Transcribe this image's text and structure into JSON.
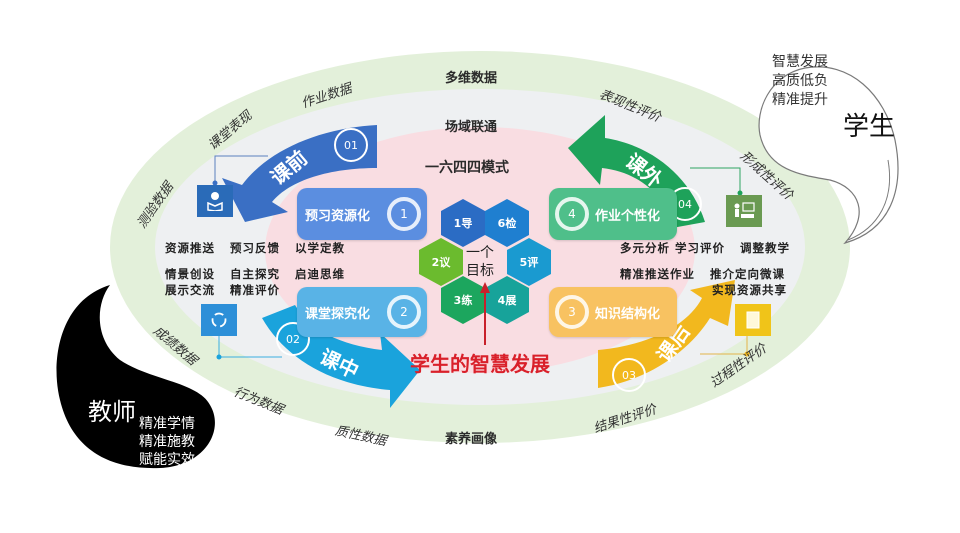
{
  "rings": {
    "outer_label": "多维数据",
    "middle_label": "场域联通",
    "inner_label": "一六四四模式",
    "bottom_label": "素养画像"
  },
  "outer_ring_left": [
    "测验数据",
    "课堂表现",
    "作业数据"
  ],
  "outer_ring_left_bottom": [
    "成绩数据",
    "行为数据",
    "质性数据"
  ],
  "outer_ring_right": [
    "表现性评价",
    "形成性评价"
  ],
  "outer_ring_right_bottom": [
    "过程性评价",
    "结果性评价"
  ],
  "phases": [
    {
      "name": "课前",
      "num": "01",
      "color": "#3a6fc4",
      "pill_label": "预习资源化",
      "pill_num": "1",
      "pill_color": "#5b8ee0"
    },
    {
      "name": "课中",
      "num": "02",
      "color": "#1aa3dc",
      "pill_label": "课堂探究化",
      "pill_num": "2",
      "pill_color": "#59b3e6"
    },
    {
      "name": "课后",
      "num": "03",
      "color": "#f2b81e",
      "pill_label": "知识结构化",
      "pill_num": "3",
      "pill_color": "#f8c261"
    },
    {
      "name": "课外",
      "num": "04",
      "color": "#1ea25a",
      "pill_label": "作业个性化",
      "pill_num": "4",
      "pill_color": "#4fbf8a"
    }
  ],
  "left_bullets": {
    "row1": [
      "资源推送",
      "预习反馈",
      "以学定教"
    ],
    "row2": [
      "情景创设",
      "自主探究",
      "启迪思维"
    ],
    "row3": [
      "展示交流",
      "精准评价"
    ]
  },
  "right_bullets": {
    "row1": [
      "多元分析",
      "学习评价",
      "调整教学"
    ],
    "row2": [
      "精准推送作业",
      "推介定向微课"
    ],
    "row3": [
      "实现资源共享"
    ]
  },
  "hexagons": [
    {
      "label": "1导",
      "color": "#2b6cc4"
    },
    {
      "label": "6检",
      "color": "#1f7fd0"
    },
    {
      "label": "5评",
      "color": "#1a9ad0"
    },
    {
      "label": "4展",
      "color": "#17a39a"
    },
    {
      "label": "3练",
      "color": "#1ca65e"
    },
    {
      "label": "2议",
      "color": "#6bbb2e"
    }
  ],
  "center": {
    "line1": "一个",
    "line2": "目标"
  },
  "goal_text": "学生的智慧发展",
  "student_bubble": {
    "title": "学生",
    "lines": [
      "智慧发展",
      "高质低负",
      "精准提升"
    ]
  },
  "teacher_bubble": {
    "title": "教师",
    "lines": [
      "精准学情",
      "精准施教",
      "赋能实效"
    ]
  },
  "icons": {
    "before_class": "reading-person-icon",
    "in_class": "cycle-icon",
    "after_class": "document-icon",
    "outside_class": "teacher-presentation-icon"
  },
  "colors": {
    "outer_ring": "#e3f0da",
    "middle_ring": "#eef0f2",
    "inner_ring": "#f9dde2",
    "goal_red": "#d9202a",
    "teacher_bubble": "#000000"
  }
}
